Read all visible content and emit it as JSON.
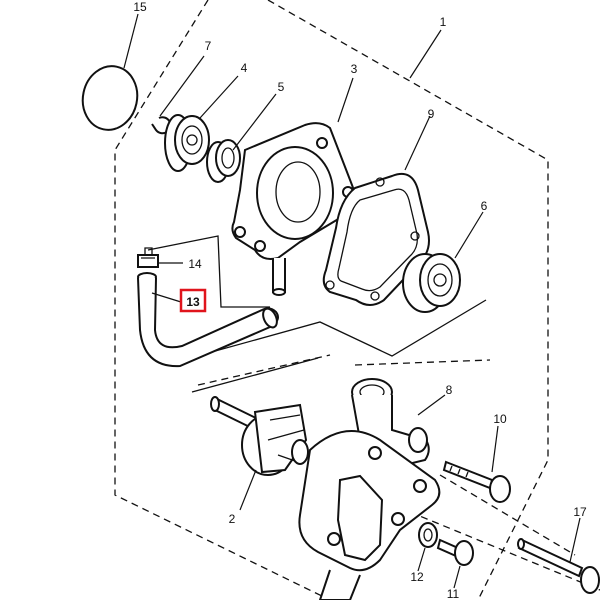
{
  "diagram": {
    "callouts": {
      "c1": "1",
      "c2": "2",
      "c3": "3",
      "c4": "4",
      "c5": "5",
      "c6": "6",
      "c7": "7",
      "c8": "8",
      "c9": "9",
      "c10": "10",
      "c11": "11",
      "c12": "12",
      "c13": "13",
      "c14": "14",
      "c15": "15",
      "c17": "17"
    },
    "highlighted_part": "13",
    "highlight_color": "#e0141c"
  }
}
